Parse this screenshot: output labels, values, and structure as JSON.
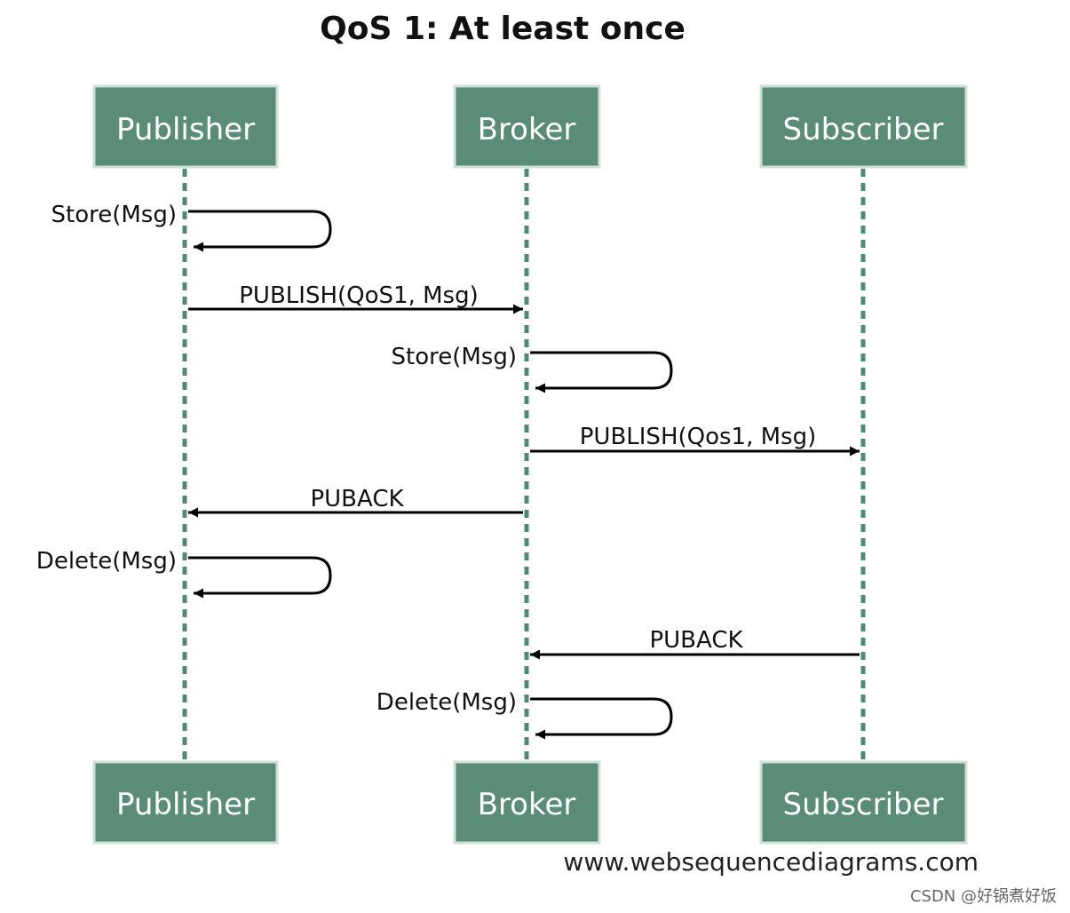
{
  "title": "QoS 1: At least once",
  "colors": {
    "actor_fill": "#5a8c78",
    "actor_stroke": "#cfe0d8",
    "lifeline": "#4f8a72",
    "arrow": "#000000"
  },
  "actors": [
    {
      "key": "publisher",
      "label": "Publisher"
    },
    {
      "key": "broker",
      "label": "Broker"
    },
    {
      "key": "subscriber",
      "label": "Subscriber"
    }
  ],
  "messages": [
    {
      "label": "Store(Msg)",
      "from": "publisher",
      "to": "publisher",
      "type": "self"
    },
    {
      "label": "PUBLISH(QoS1, Msg)",
      "from": "publisher",
      "to": "broker",
      "type": "forward"
    },
    {
      "label": "Store(Msg)",
      "from": "broker",
      "to": "broker",
      "type": "self"
    },
    {
      "label": "PUBLISH(Qos1, Msg)",
      "from": "broker",
      "to": "subscriber",
      "type": "forward"
    },
    {
      "label": "PUBACK",
      "from": "broker",
      "to": "publisher",
      "type": "back"
    },
    {
      "label": "Delete(Msg)",
      "from": "publisher",
      "to": "publisher",
      "type": "self"
    },
    {
      "label": "PUBACK",
      "from": "subscriber",
      "to": "broker",
      "type": "back"
    },
    {
      "label": "Delete(Msg)",
      "from": "broker",
      "to": "broker",
      "type": "self"
    }
  ],
  "footer": "www.websequencediagrams.com",
  "watermark": "CSDN @好锅煮好饭"
}
